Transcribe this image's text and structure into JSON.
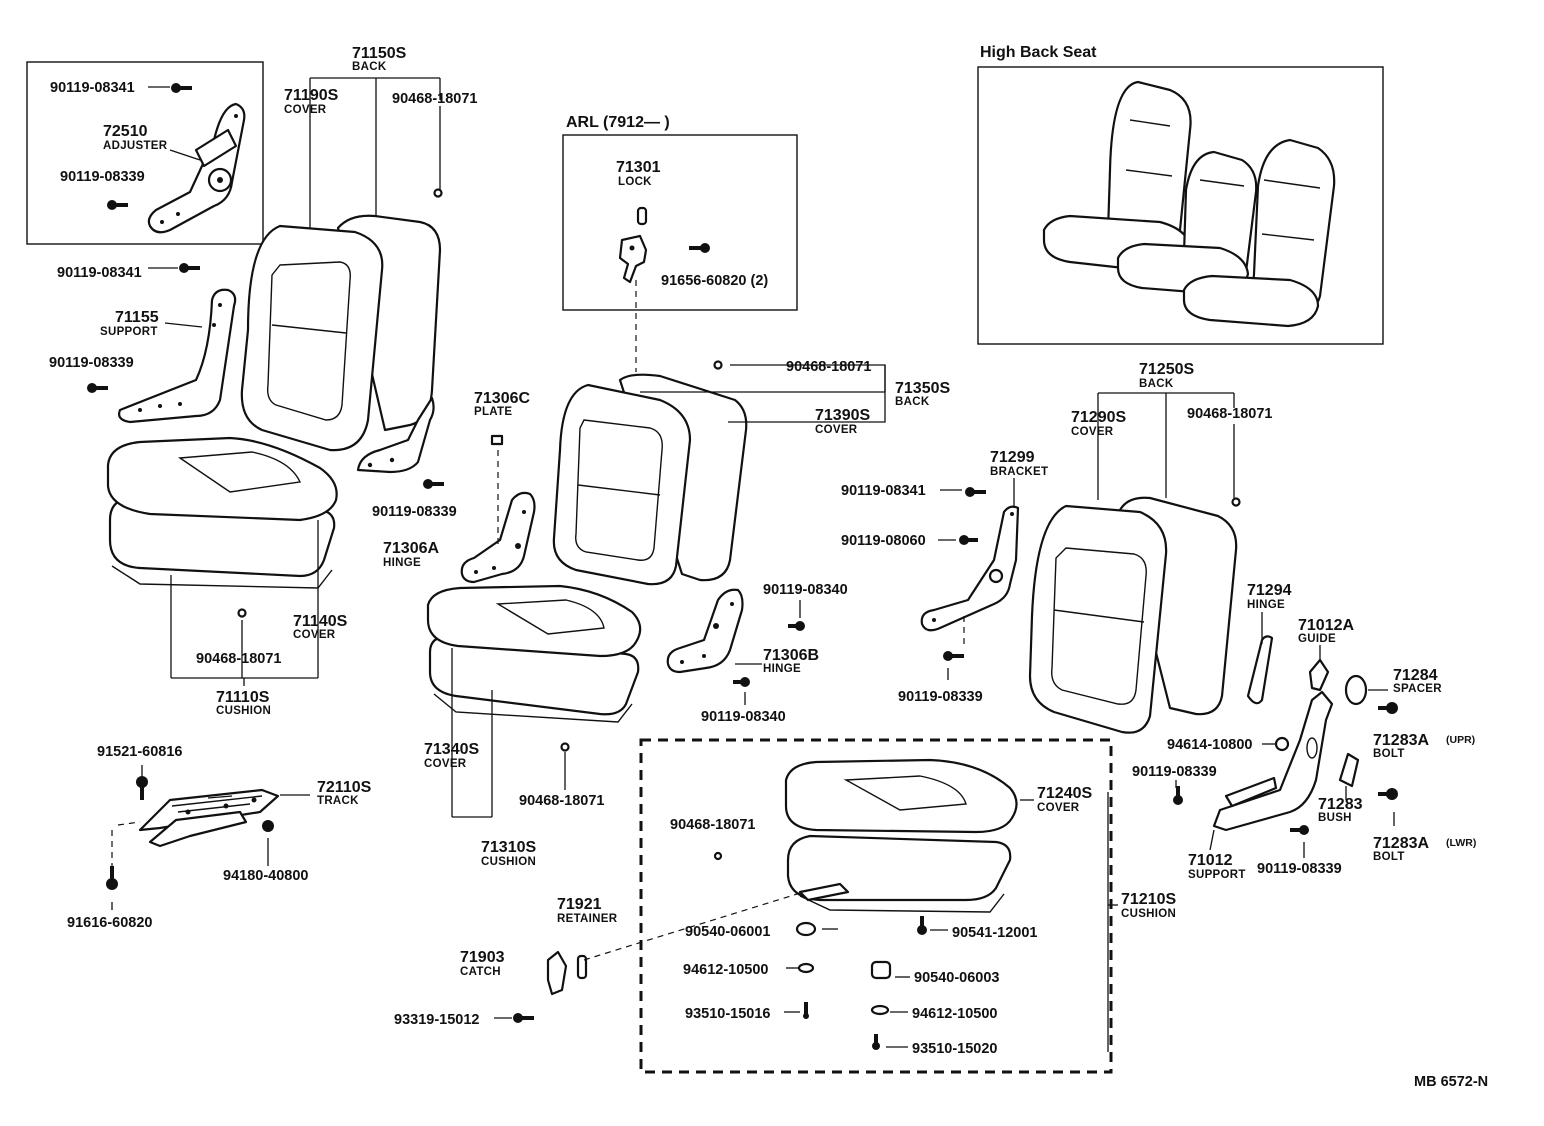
{
  "diagram": {
    "drawing_code": "MB  6572-N",
    "insets": {
      "high_back_title": "High Back Seat",
      "arl_title": "ARL (7912—      )"
    },
    "labels": {
      "p71150S": "71150S",
      "n71150S": "BACK",
      "p71190S": "71190S",
      "n71190S": "COVER",
      "p90468_a": "90468-18071",
      "p90119_08341_a": "90119-08341",
      "p72510": "72510",
      "n72510": "ADJUSTER",
      "p90119_08339_a": "90119-08339",
      "p90119_08341_b": "90119-08341",
      "p71155": "71155",
      "n71155": "SUPPORT",
      "p90119_08339_b": "90119-08339",
      "p90119_08339_c": "90119-08339",
      "p71140S": "71140S",
      "n71140S": "COVER",
      "p90468_b": "90468-18071",
      "p71110S": "71110S",
      "n71110S": "CUSHION",
      "p91521": "91521-60816",
      "p72110S": "72110S",
      "n72110S": "TRACK",
      "p94180": "94180-40800",
      "p91616": "91616-60820",
      "p71301": "71301",
      "n71301": "LOCK",
      "p91656": "91656-60820 (2)",
      "p90468_c": "90468-18071",
      "p71350S": "71350S",
      "n71350S": "BACK",
      "p71390S": "71390S",
      "n71390S": "COVER",
      "p71306C": "71306C",
      "n71306C": "PLATE",
      "p71306A": "71306A",
      "n71306A": "HINGE",
      "p90119_08340_a": "90119-08340",
      "p71306B": "71306B",
      "n71306B": "HINGE",
      "p90119_08340_b": "90119-08340",
      "p71340S": "71340S",
      "n71340S": "COVER",
      "p90468_d": "90468-18071",
      "p71310S": "71310S",
      "n71310S": "CUSHION",
      "p71921": "71921",
      "n71921": "RETAINER",
      "p71903": "71903",
      "n71903": "CATCH",
      "p93319": "93319-15012",
      "p90468_e": "90468-18071",
      "p71240S": "71240S",
      "n71240S": "COVER",
      "p71210S": "71210S",
      "n71210S": "CUSHION",
      "p90540_a": "90540-06001",
      "p90541": "90541-12001",
      "p94612_a": "94612-10500",
      "p90540_b": "90540-06003",
      "p93510_a": "93510-15016",
      "p94612_b": "94612-10500",
      "p93510_b": "93510-15020",
      "p71250S": "71250S",
      "n71250S": "BACK",
      "p71290S": "71290S",
      "n71290S": "COVER",
      "p90468_f": "90468-18071",
      "p71299": "71299",
      "n71299": "BRACKET",
      "p90119_08341_c": "90119-08341",
      "p90119_08060": "90119-08060",
      "p90119_08339_d": "90119-08339",
      "p71294": "71294",
      "n71294": "HINGE",
      "p71012A": "71012A",
      "n71012A": "GUIDE",
      "p71284": "71284",
      "n71284": "SPACER",
      "p71283A_u": "71283A",
      "s71283A_u": "(UPR)",
      "n71283A_u": "BOLT",
      "p94614": "94614-10800",
      "p90119_08339_e": "90119-08339",
      "p71283": "71283",
      "n71283": "BUSH",
      "p71283A_l": "71283A",
      "s71283A_l": "(LWR)",
      "n71283A_l": "BOLT",
      "p71012": "71012",
      "n71012": "SUPPORT",
      "p90119_08339_f": "90119-08339"
    }
  }
}
